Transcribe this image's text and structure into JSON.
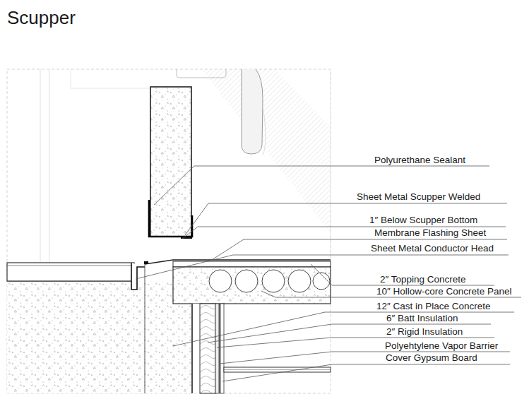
{
  "diagram": {
    "title": "Scupper",
    "labels": [
      "Polyurethane Sealant",
      "Sheet Metal Scupper Welded",
      "1″ Below Scupper Bottom",
      "Membrane Flashing Sheet",
      "Sheet Metal Conductor Head",
      "2″ Topping Concrete",
      "10″ Hollow-core Concrete Panel",
      "12″ Cast in Place Concrete",
      "6″ Batt Insulation",
      "2″ Rigid Insulation",
      "Polyehtylene Vapor Barrier",
      "Cover Gypsum Board"
    ]
  }
}
